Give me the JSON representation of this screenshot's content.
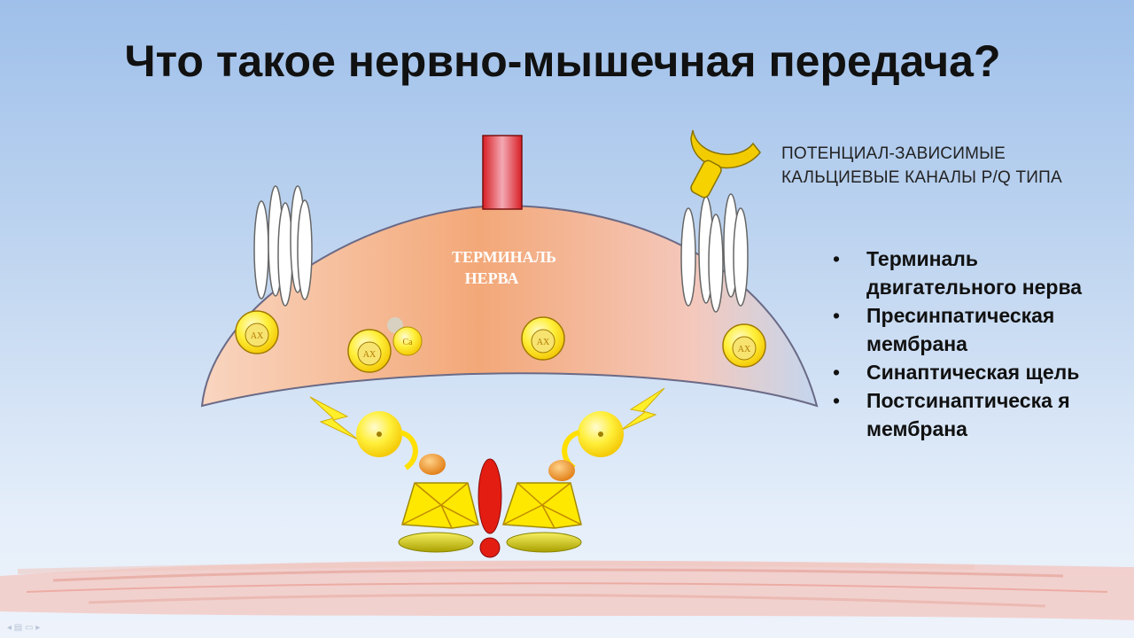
{
  "slide": {
    "title": "Что такое нервно-мышечная передача?"
  },
  "callout": {
    "line1": "ПОТЕНЦИАЛ-ЗАВИСИМЫЕ",
    "line2": "КАЛЬЦИЕВЫЕ КАНАЛЫ P/Q ТИПА"
  },
  "diagram": {
    "terminal_line1": "ТЕРМИНАЛЬ",
    "terminal_line2": "НЕРВА",
    "vesicle_label": "АХ",
    "calcium_label": "Ca"
  },
  "bullets": [
    {
      "text": "Терминаль двигательного нерва"
    },
    {
      "text": "Пресинпатическая мембрана"
    },
    {
      "text": "Синаптическая щель"
    },
    {
      "text": "Постсинаптическа я мембрана"
    }
  ],
  "colors": {
    "terminal_left": "#f7c6a8",
    "terminal_mid": "#f3a878",
    "terminal_right": "#c9d9ee",
    "channel_yellow": "#f2d000",
    "receptor_red": "#e0201a",
    "muscle_pink": "#f1b9b0"
  }
}
